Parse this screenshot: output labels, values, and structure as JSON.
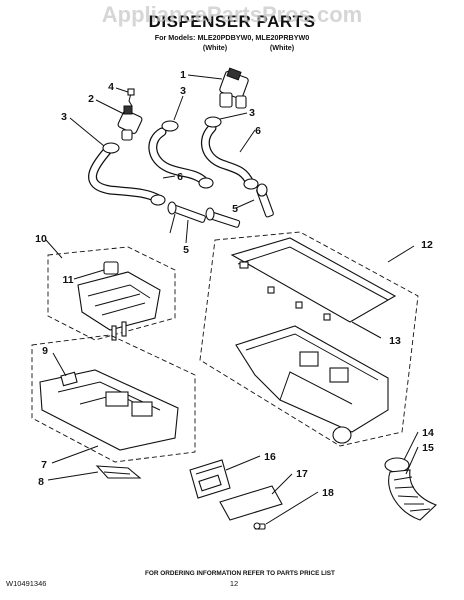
{
  "watermark": "AppliancePartsPros.com",
  "title": "DISPENSER PARTS",
  "subtitle": {
    "models": "For Models: MLE20PDBYW0, MLE20PRBYW0",
    "color_1": "(White)",
    "color_2": "(White)"
  },
  "callouts": [
    "1",
    "2",
    "3",
    "3",
    "3",
    "4",
    "5",
    "5",
    "6",
    "6",
    "10",
    "11",
    "9",
    "7",
    "8",
    "12",
    "13",
    "14",
    "15",
    "16",
    "17",
    "18"
  ],
  "footer": {
    "doc_number": "W10491346",
    "note": "FOR ORDERING INFORMATION REFER TO PARTS PRICE LIST",
    "page": "12"
  }
}
